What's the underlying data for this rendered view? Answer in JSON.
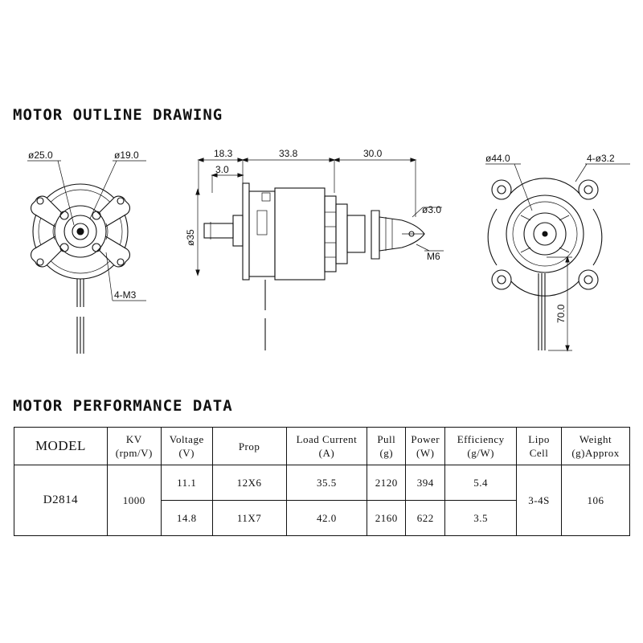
{
  "titles": {
    "outline": "MOTOR OUTLINE DRAWING",
    "performance": "MOTOR PERFORMANCE DATA"
  },
  "drawing_labels": {
    "front_outer_dia": "ø25.0",
    "front_inner_dia": "ø19.0",
    "front_thread": "4-M3",
    "len_a": "18.3",
    "len_b": "33.8",
    "len_c": "30.0",
    "len_d": "3.0",
    "body_dia": "ø35",
    "shaft_dia": "ø3.0",
    "shaft_thread": "M6",
    "back_outer_dia": "ø44.0",
    "back_holes": "4-ø3.2",
    "lead_length": "70.0"
  },
  "table": {
    "headers": {
      "model": "MODEL",
      "kv_1": "KV",
      "kv_2": "(rpm/V)",
      "voltage_1": "Voltage",
      "voltage_2": "(V)",
      "prop": "Prop",
      "current_1": "Load Current",
      "current_2": "(A)",
      "pull_1": "Pull",
      "pull_2": "(g)",
      "power_1": "Power",
      "power_2": "(W)",
      "eff_1": "Efficiency",
      "eff_2": "(g/W)",
      "lipo_1": "Lipo",
      "lipo_2": "Cell",
      "weight_1": "Weight",
      "weight_2": "(g)Approx"
    },
    "model": "D2814",
    "kv": "1000",
    "lipo": "3-4S",
    "weight": "106",
    "rows": [
      {
        "voltage": "11.1",
        "prop": "12X6",
        "current": "35.5",
        "pull": "2120",
        "power": "394",
        "efficiency": "5.4"
      },
      {
        "voltage": "14.8",
        "prop": "11X7",
        "current": "42.0",
        "pull": "2160",
        "power": "622",
        "efficiency": "3.5"
      }
    ]
  }
}
